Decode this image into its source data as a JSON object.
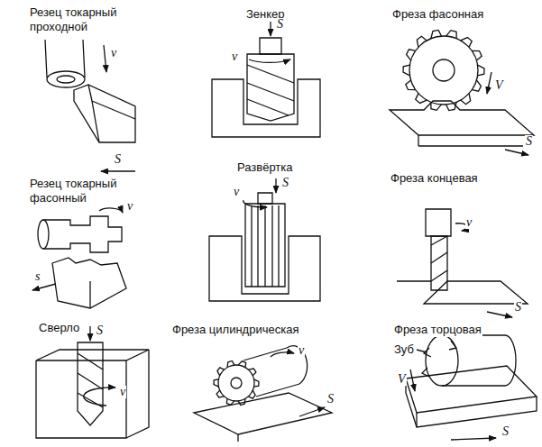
{
  "diagram": {
    "labels": [
      "Резец токарный проходной",
      "v",
      "S",
      "Зенкер",
      "S",
      "v",
      "Фреза фасонная",
      "V",
      "S",
      "Резец токарный фасонный",
      "v",
      "s",
      "Развёртка",
      "S",
      "v",
      "Фреза концевая",
      "v",
      "S",
      "Сверло",
      "S",
      "v",
      "Фреза цилиндрическая",
      "v",
      "S",
      "Фреза торцовая",
      "Зуб",
      "V",
      "S"
    ]
  }
}
